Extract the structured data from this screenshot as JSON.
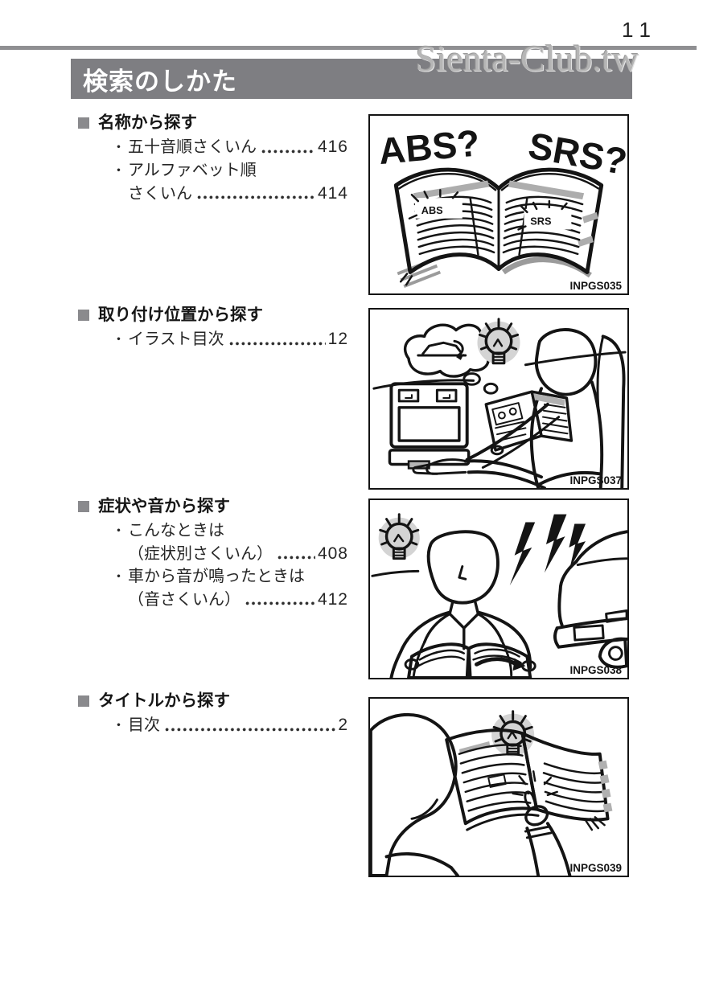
{
  "page_number": "11",
  "watermark": "Sienta-Club.tw",
  "header": {
    "title": "検索のしかた"
  },
  "glyphs": {
    "item_bullet": "・"
  },
  "sections": [
    {
      "heading": "名称から探す",
      "items": [
        {
          "line1": "五十音順さくいん",
          "page": "416"
        },
        {
          "line1": "アルファベット順",
          "line2": "さくいん",
          "page": "414"
        }
      ],
      "figure": {
        "code": "INPGS035",
        "labels": {
          "left": "ABS?",
          "right": "SRS?",
          "entry_left": "ABS",
          "entry_right": "SRS"
        }
      }
    },
    {
      "heading": "取り付け位置から探す",
      "items": [
        {
          "line1": "イラスト目次",
          "page": "12"
        }
      ],
      "figure": {
        "code": "INPGS037"
      }
    },
    {
      "heading": "症状や音から探す",
      "items": [
        {
          "line1": "こんなときは",
          "line2": "（症状別さくいん）",
          "page": "408"
        },
        {
          "line1": "車から音が鳴ったときは",
          "line2": "（音さくいん）",
          "page": "412"
        }
      ],
      "figure": {
        "code": "INPGS038"
      }
    },
    {
      "heading": "タイトルから探す",
      "items": [
        {
          "line1": "目次",
          "page": "2"
        }
      ],
      "figure": {
        "code": "INPGS039"
      }
    }
  ]
}
